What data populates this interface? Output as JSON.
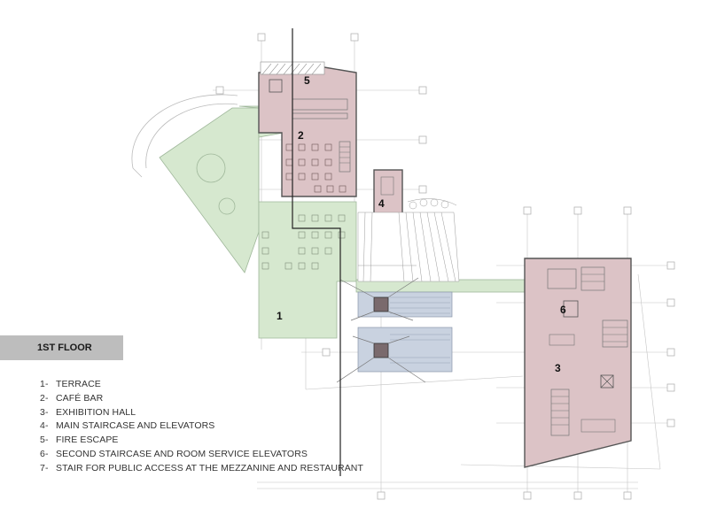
{
  "floor_title": "1ST FLOOR",
  "zone_labels": {
    "terrace": "1",
    "cafe_bar": "2",
    "exhibition_hall": "3",
    "main_stair": "4",
    "fire_escape": "5",
    "second_stair": "6"
  },
  "legend": [
    {
      "num": "1-",
      "text": "TERRACE"
    },
    {
      "num": "2-",
      "text": "CAFÉ BAR"
    },
    {
      "num": "3-",
      "text": "EXHIBITION HALL"
    },
    {
      "num": "4-",
      "text": "MAIN STAIRCASE AND ELEVATORS"
    },
    {
      "num": "5-",
      "text": "FIRE ESCAPE"
    },
    {
      "num": "6-",
      "text": "SECOND STAIRCASE AND ROOM SERVICE ELEVATORS"
    },
    {
      "num": "7-",
      "text": "STAIR FOR PUBLIC ACCESS AT THE MEZZANINE AND RESTAURANT"
    }
  ],
  "colors": {
    "terrace": "#d6e8cf",
    "indoor": "#dcc3c6",
    "stair_blue": "#c9d2e0",
    "wall": "#555555"
  }
}
